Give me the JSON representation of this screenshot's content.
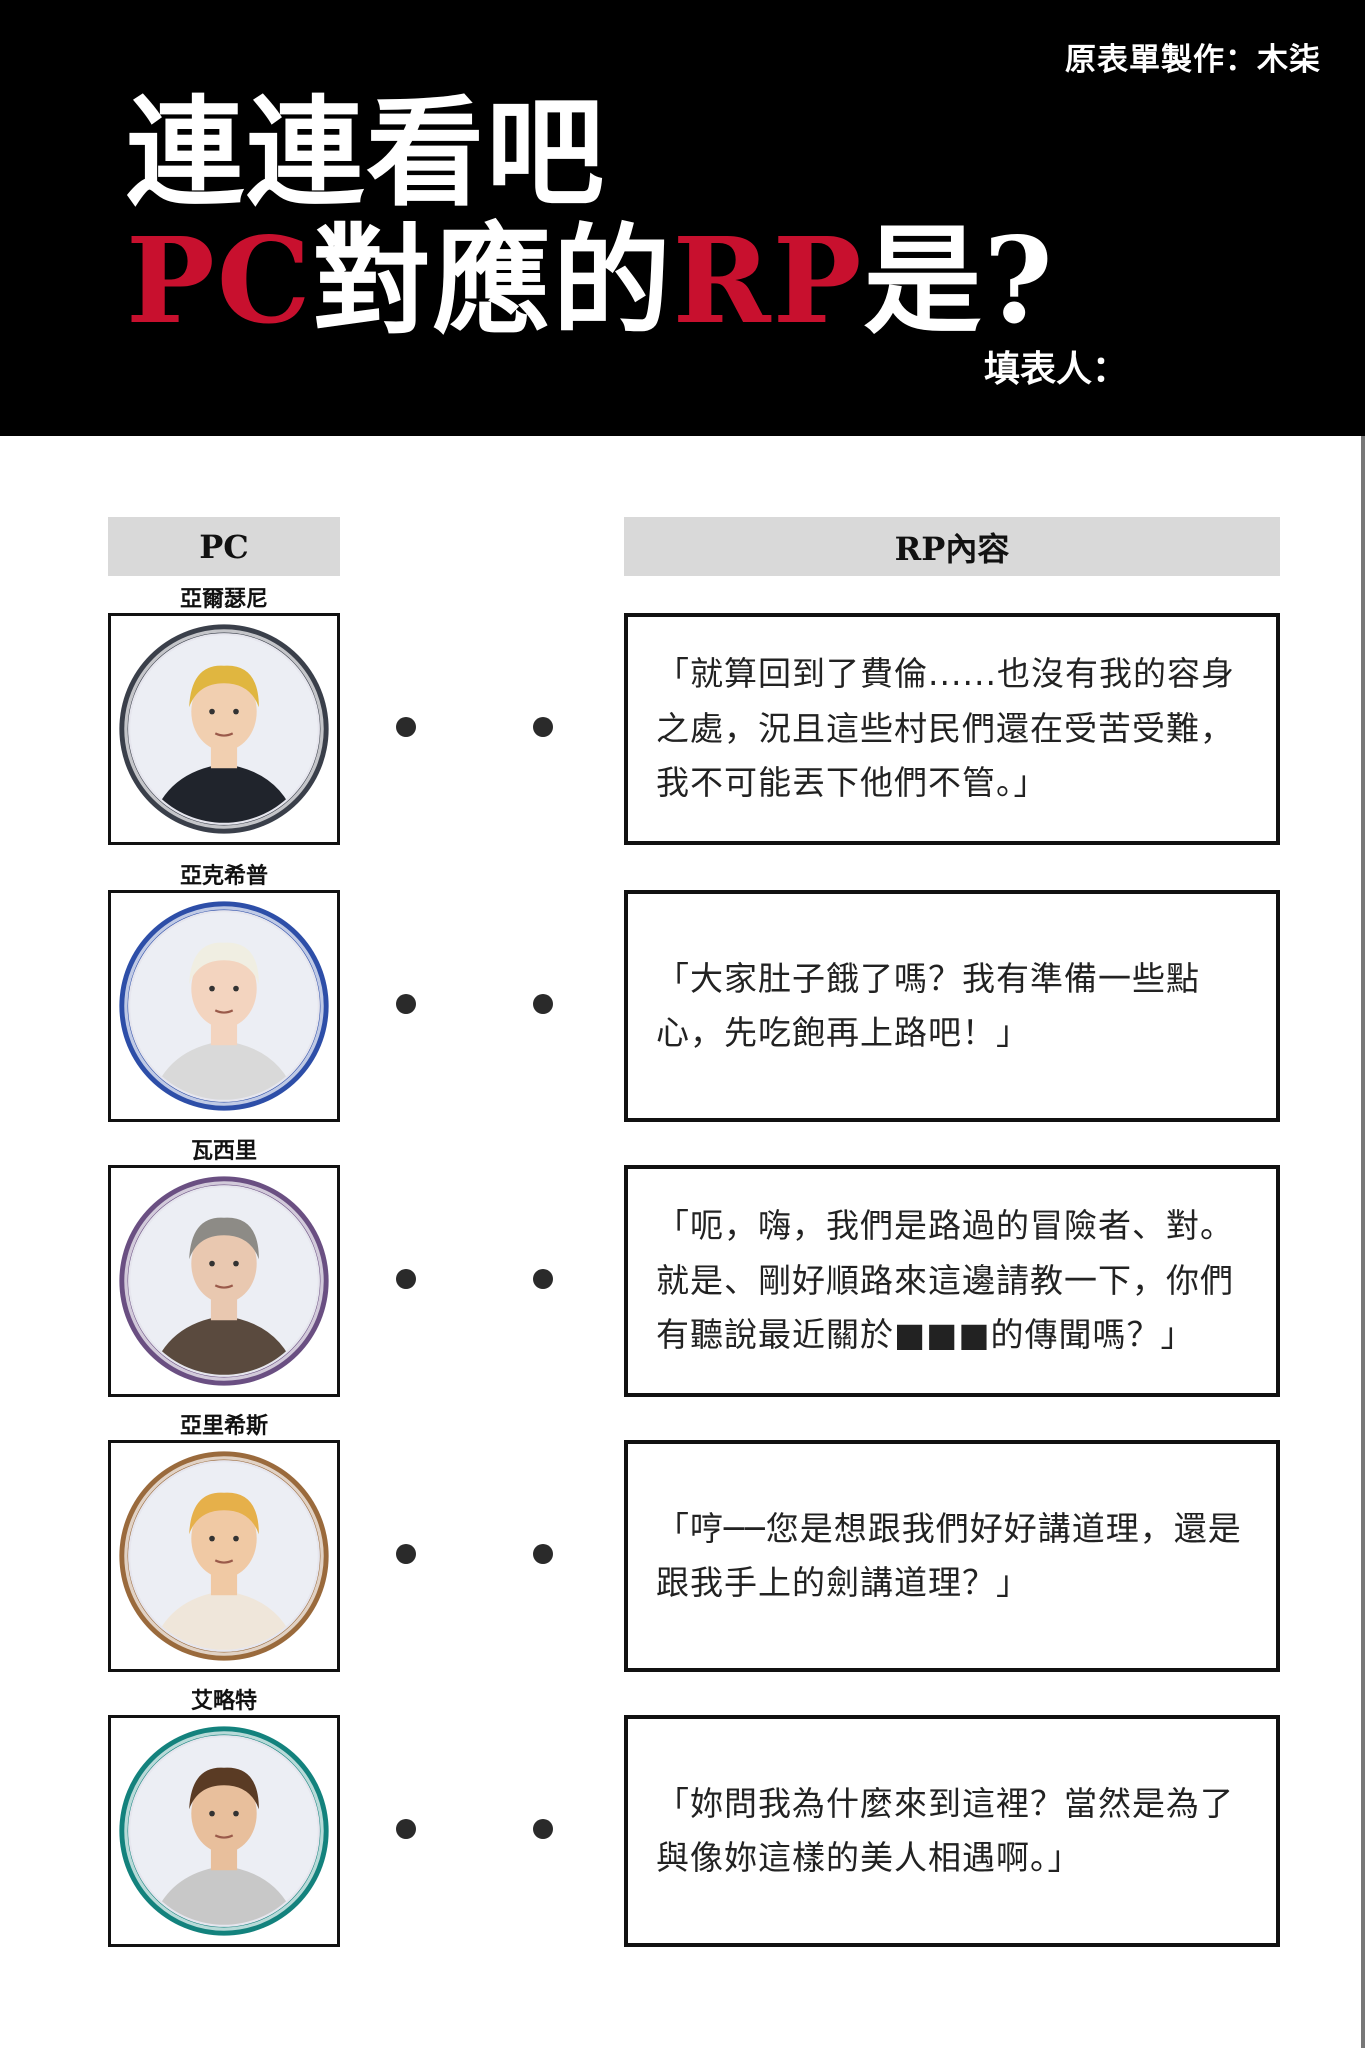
{
  "header": {
    "credit": "原表單製作：木柒",
    "title_line1": "連連看吧",
    "title_line2_part1": "PC",
    "title_line2_part2": "對應的",
    "title_line2_part3": "RP",
    "title_line2_part4": "是?",
    "filler_label": "填表人："
  },
  "columns": {
    "pc": "PC",
    "rp": "RP內容"
  },
  "rows": [
    {
      "pc_name": "亞爾瑟尼",
      "rp_text": "「就算回到了費倫......也沒有我的容身之處，況且這些村民們還在受苦受難，我不可能丟下他們不管。」"
    },
    {
      "pc_name": "亞克希普",
      "rp_text": "「大家肚子餓了嗎？我有準備一些點心，先吃飽再上路吧！」"
    },
    {
      "pc_name": "瓦西里",
      "rp_text": "「呃，嗨，我們是路過的冒險者、對。就是、剛好順路來這邊請教一下，你們有聽說最近關於■■■的傳聞嗎？」"
    },
    {
      "pc_name": "亞里希斯",
      "rp_text": "「哼──您是想跟我們好好講道理，還是跟我手上的劍講道理？」"
    },
    {
      "pc_name": "艾略特",
      "rp_text": "「妳問我為什麼來到這裡？當然是為了與像妳這樣的美人相遇啊。」"
    }
  ],
  "colors": {
    "accent_red": "#c8102e",
    "header_bg": "#000000",
    "column_header_bg": "#d9d9d9",
    "ring_colors": [
      "#3a3f4a",
      "#2d4ea8",
      "#6a4f82",
      "#9a6a3c",
      "#13827d"
    ]
  },
  "portraits": [
    "blond-priest-portrait",
    "white-haired-knight-portrait",
    "grey-haired-fur-collar-portrait",
    "long-blond-swordsman-portrait",
    "brown-haired-fur-cloak-portrait"
  ]
}
